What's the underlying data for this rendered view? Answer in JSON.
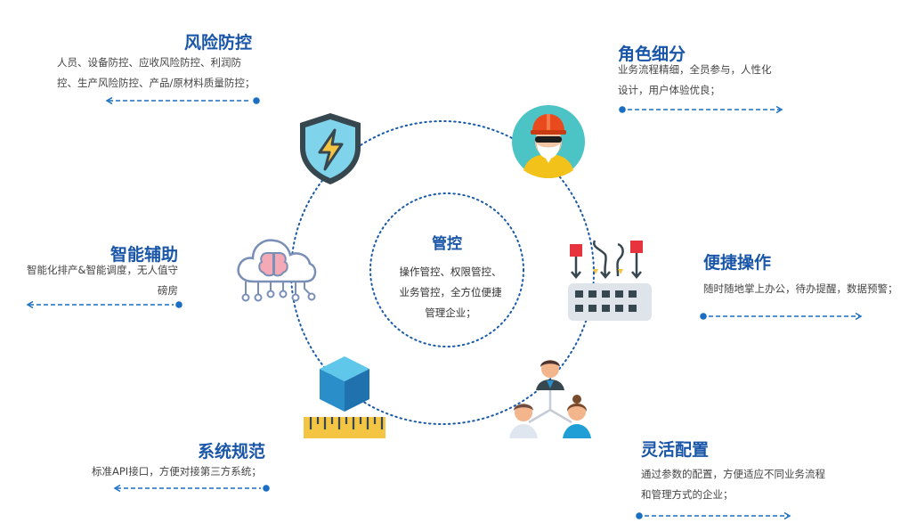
{
  "center": {
    "title": "管控",
    "lines": [
      "操作管控、权限管控、",
      "业务管控，全方位便捷",
      "管理企业；"
    ]
  },
  "features": {
    "risk": {
      "title": "风险防控",
      "lines": [
        "人员、设备防控、应收风险防控、利润防",
        "控、生产风险防控、产品/原材料质量防控；"
      ],
      "icon": "shield-lightning-icon"
    },
    "role": {
      "title": "角色细分",
      "lines": [
        "业务流程精细，全员参与，人性化",
        "设计，用户体验优良；"
      ],
      "icon": "worker-helmet-icon"
    },
    "smart": {
      "title": "智能辅助",
      "lines": [
        "智能化排产&智能调度，无人值守",
        "磅房"
      ],
      "icon": "cloud-brain-icon"
    },
    "easy": {
      "title": "便捷操作",
      "lines": [
        "随时随地掌上办公，待办提醒，数据预警；"
      ],
      "icon": "keyboard-flow-icon"
    },
    "std": {
      "title": "系统规范",
      "lines": [
        "标准API接口，方便对接第三方系统；"
      ],
      "icon": "cube-ruler-icon"
    },
    "flex": {
      "title": "灵活配置",
      "lines": [
        "通过参数的配置，方便适应不同业务流程",
        "和管理方式的企业；"
      ],
      "icon": "people-network-icon"
    }
  },
  "colors": {
    "accent": "#1a56a8",
    "dot": "#1a6fc4",
    "text": "#444444"
  }
}
